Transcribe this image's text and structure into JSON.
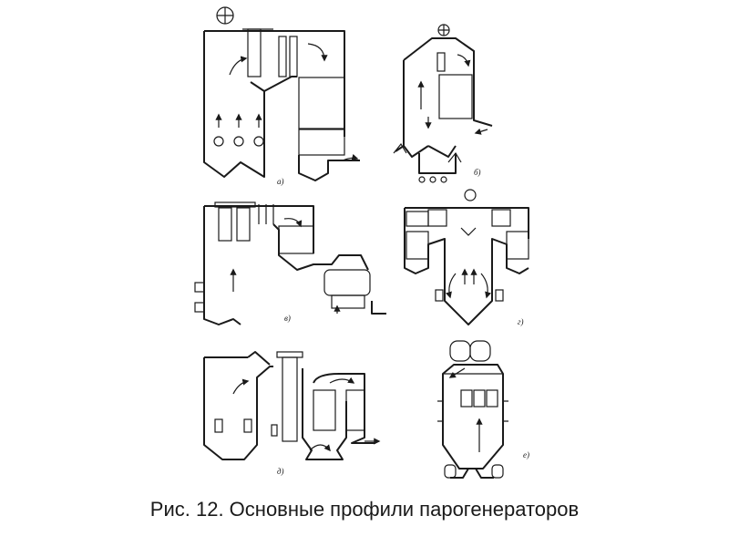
{
  "caption": "Рис. 12. Основные профили парогенераторов",
  "labels": {
    "a": "а)",
    "b": "б)",
    "v": "в)",
    "g": "г)",
    "d": "д)",
    "e": "е)"
  }
}
